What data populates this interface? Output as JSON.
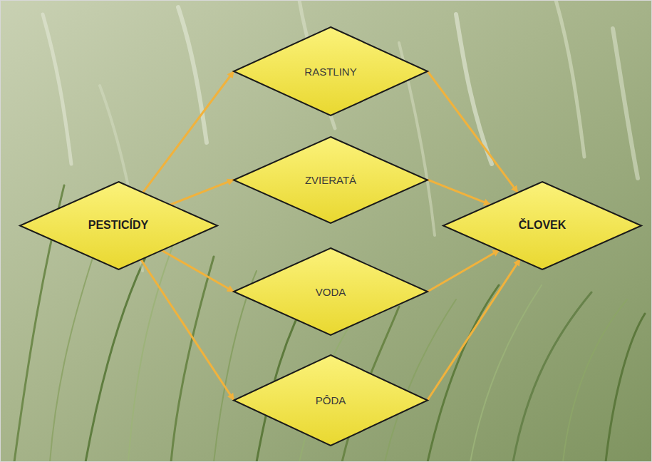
{
  "diagram": {
    "nodes": [
      {
        "text": [
          "PESTICÍDY"
        ]
      },
      {
        "text": [
          "RASTLINY"
        ]
      },
      {
        "text": [
          "ZVIERATÁ"
        ]
      },
      {
        "text": [
          "VODA"
        ]
      },
      {
        "text": [
          "PÔDA"
        ]
      },
      {
        "text": [
          "ČLOVEK"
        ]
      }
    ],
    "edges": [
      {
        "from": 0,
        "to": 1,
        "arrow": "to"
      },
      {
        "from": 0,
        "to": 2,
        "arrow": "to"
      },
      {
        "from": 0,
        "to": 3,
        "arrow": "to"
      },
      {
        "from": 0,
        "to": 4,
        "arrow": "to"
      },
      {
        "from": 1,
        "to": 5,
        "arrow": "to"
      },
      {
        "from": 2,
        "to": 5,
        "arrow": "to"
      },
      {
        "from": 3,
        "to": 5,
        "arrow": "to"
      },
      {
        "from": 4,
        "to": 5,
        "arrow": "to"
      }
    ]
  }
}
